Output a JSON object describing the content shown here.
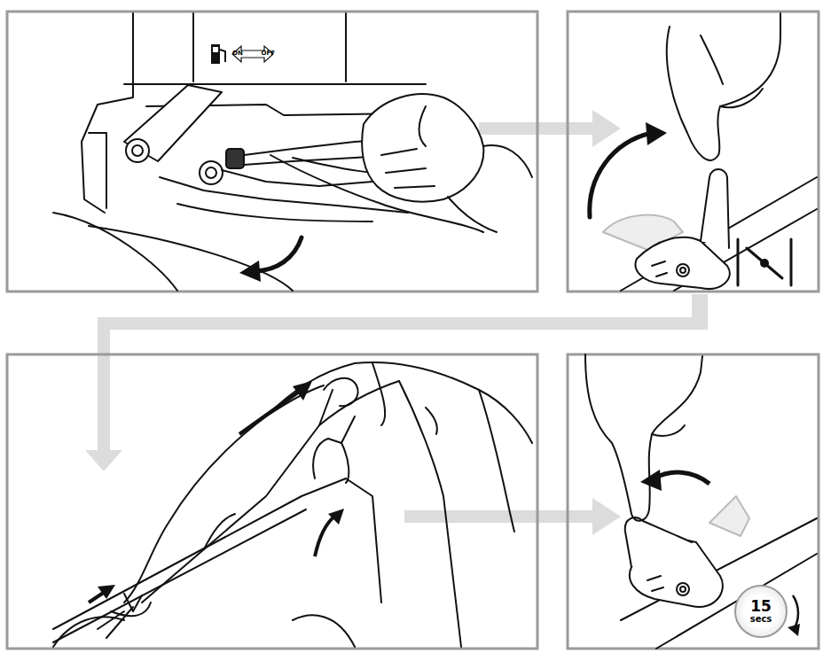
{
  "diagram": {
    "nodes": [
      {
        "text": [
          "ON",
          "OFF"
        ]
      },
      {
        "text": [
          "15",
          "secs"
        ]
      }
    ]
  }
}
